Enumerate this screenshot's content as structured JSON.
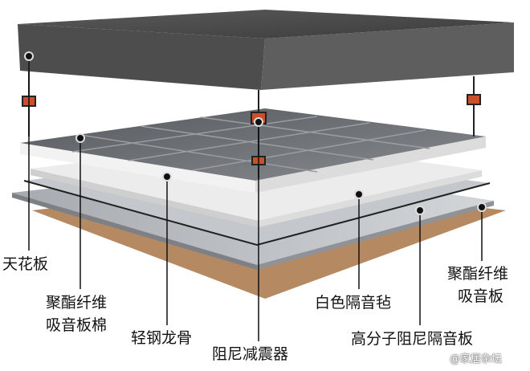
{
  "labels": {
    "ceiling": "天花板",
    "polyester_cotton_1": "聚酯纤维",
    "polyester_cotton_2": "吸音板棉",
    "light_steel_keel": "轻钢龙骨",
    "damping_shock_absorber": "阻尼减震器",
    "white_sound_felt": "白色隔音毡",
    "polymer_damping_board": "高分子阻尼隔音板",
    "polyester_board_1": "聚酯纤维",
    "polyester_board_2": "吸音板"
  },
  "watermark": "@家居杂坛",
  "colors": {
    "ceiling_slab": "#4a4a4a",
    "tile_panel": "#6b6e72",
    "felt": "#e6e6e6",
    "board": "#b9bcc0",
    "wood": "#b58a63",
    "leader_line": "#111111",
    "absorber_accent": "#c8502a"
  }
}
